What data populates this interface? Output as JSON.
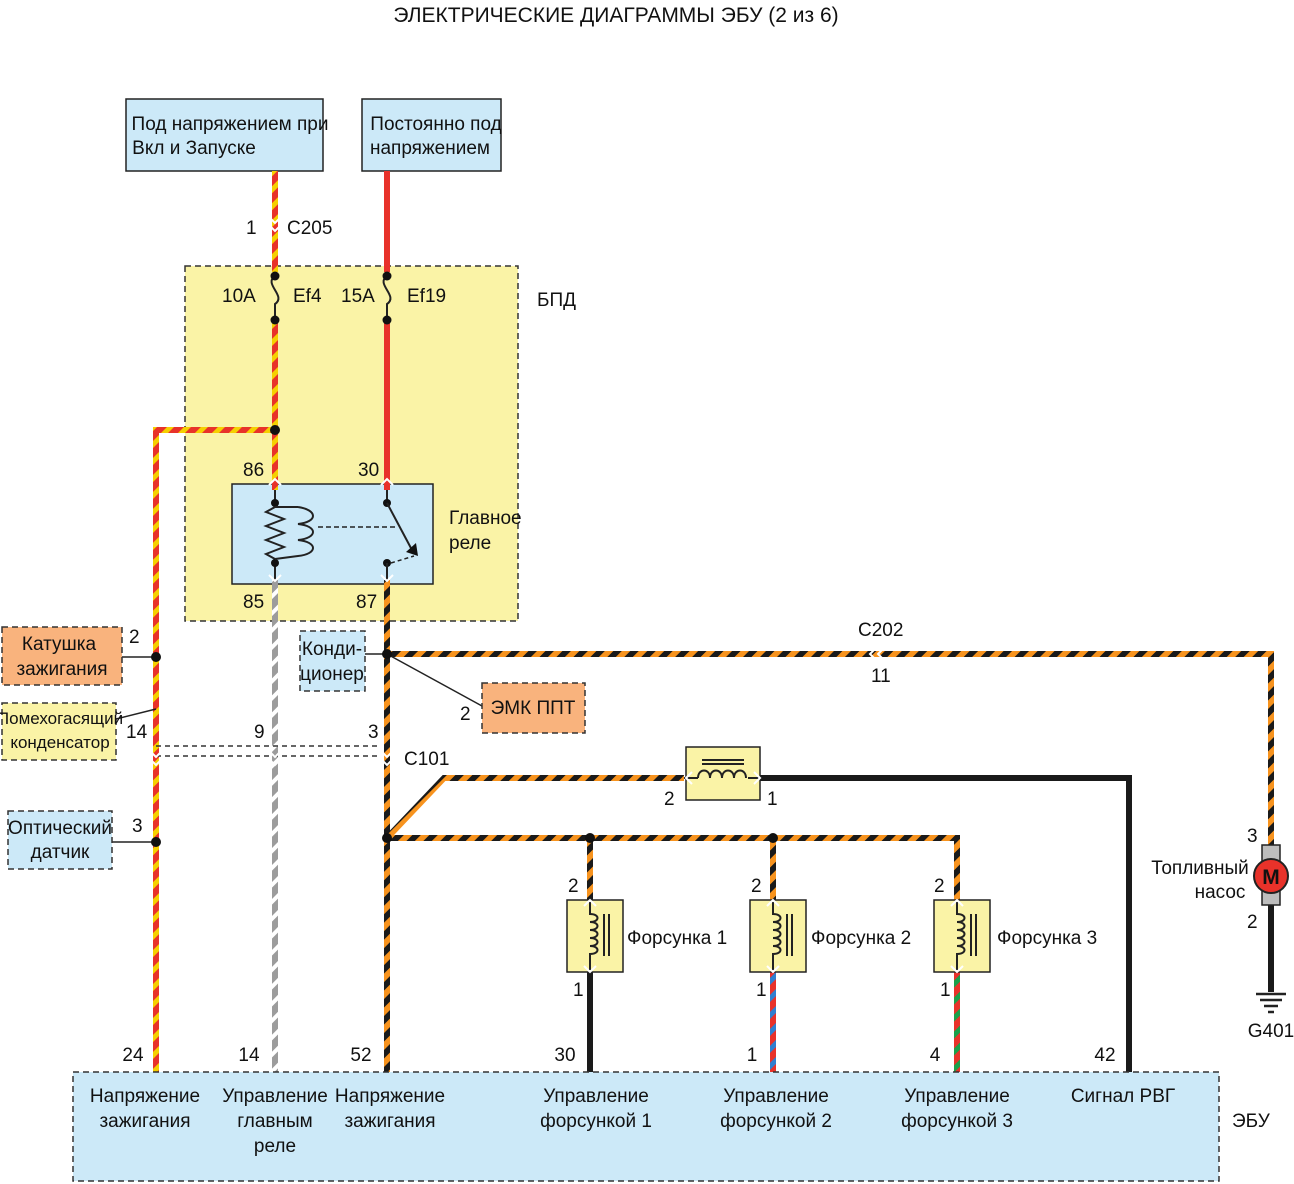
{
  "title": "ЭЛЕКТРИЧЕСКИЕ ДИАГРАММЫ ЭБУ (2 из 6)",
  "colors": {
    "red": "#e8322a",
    "orange": "#f7931e",
    "yellow": "#f5d000",
    "black": "#1a1a1a",
    "gray": "#9c9c9c",
    "white": "#ffffff",
    "blue": "#2f7fd0",
    "green": "#1aa04a",
    "box_blue": "#cce9f8",
    "box_yellow": "#faf3a6",
    "box_orange": "#f9b37d",
    "motor_red": "#e8322a"
  },
  "sources": {
    "ign": [
      "Под напряжением при",
      "Вкл и Запуске"
    ],
    "bat": [
      "Постоянно под",
      "напряжением"
    ]
  },
  "connectors": {
    "c205": "C205",
    "c205_pin": "1",
    "c202": "C202",
    "c202_pin": "11",
    "c101": "C101",
    "c101_pin_ign": "14",
    "c101_pin_relay": "9",
    "c101_pin_main": "3"
  },
  "fuses": {
    "ef4": "Ef4",
    "ef4_rating": "10A",
    "ef19": "Ef19",
    "ef19_rating": "15A"
  },
  "bpd_label": "БПД",
  "relay": {
    "label": [
      "Главное",
      "реле"
    ],
    "pin86": "86",
    "pin85": "85",
    "pin30": "30",
    "pin87": "87"
  },
  "components": {
    "coil": {
      "label": [
        "Катушка",
        "зажигания"
      ],
      "pin": "2"
    },
    "capacitor": {
      "label": [
        "Помехогасящий",
        "конденсатор"
      ]
    },
    "optical": {
      "label": [
        "Оптический",
        "датчик"
      ],
      "pin": "3"
    },
    "ac": {
      "label": [
        "Конди-",
        "ционер"
      ]
    },
    "emk": {
      "label": "ЭМК ППТ",
      "pin": "2"
    },
    "egr": {
      "pin_left": "2",
      "pin_right": "1"
    },
    "pump": {
      "label": [
        "Топливный",
        "насос"
      ],
      "symbol": "M",
      "pin_top": "3",
      "pin_bottom": "2"
    },
    "ground": "G401"
  },
  "injectors": [
    {
      "label": "Форсунка 1",
      "pin_top": "2",
      "pin_bottom": "1"
    },
    {
      "label": "Форсунка 2",
      "pin_top": "2",
      "pin_bottom": "1"
    },
    {
      "label": "Форсунка 3",
      "pin_top": "2",
      "pin_bottom": "1"
    }
  ],
  "ecu": {
    "label": "ЭБУ",
    "pins": [
      {
        "num": "24",
        "label": [
          "Напряжение",
          "зажигания"
        ]
      },
      {
        "num": "14",
        "label": [
          "Управление",
          "главным",
          "реле"
        ]
      },
      {
        "num": "52",
        "label": [
          "Напряжение",
          "зажигания"
        ]
      },
      {
        "num": "30",
        "label": [
          "Управление",
          "форсункой 1"
        ]
      },
      {
        "num": "1",
        "label": [
          "Управление",
          "форсункой 2"
        ]
      },
      {
        "num": "4",
        "label": [
          "Управление",
          "форсункой 3"
        ]
      },
      {
        "num": "42",
        "label": [
          "Сигнал РВГ"
        ]
      }
    ]
  }
}
